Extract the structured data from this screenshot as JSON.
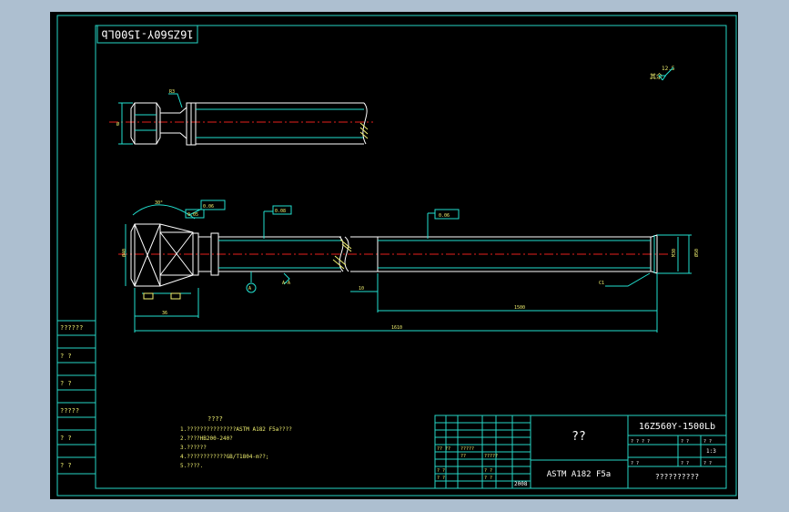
{
  "colors": {
    "viewport_border": "#adbfd0",
    "paper": "#000000",
    "frame": "#26d6c6",
    "geometry": "#ffffff",
    "dim": "#22e0d0",
    "centerline": "#e6211d",
    "text": "#f0f070",
    "titletext": "#ffffff"
  },
  "drawing_number_flipped": "16Z560Y-1500Lb",
  "surface_roughness": {
    "value": "12.5",
    "label": "其余"
  },
  "top_view": {
    "radius_label": "R3",
    "dim_diameter": "Ø"
  },
  "main_view": {
    "angle_label": "30°",
    "tolerance_boxes": [
      "0.06",
      "0.05",
      "0.08",
      "0.06"
    ],
    "datum_label": "A",
    "section_label": "A-A",
    "chamfer_label": "C1",
    "dim_left_length": "36",
    "dim_middle_length": "1500",
    "dim_total_length": "1610",
    "dim_small": "10",
    "dim_right_diam": "M30",
    "dim_right_tol": "Ø50",
    "dim_head_diam": "Ø40"
  },
  "tech_requirements": {
    "title": "????",
    "lines": [
      "1.???????????????ASTM A182 F5a????",
      "2.????HB200-240?",
      "3.??????",
      "4.????????????GB/T1804-m??;",
      "5.????."
    ]
  },
  "left_column": [
    "??????",
    "?   ?",
    "?   ?",
    "?????",
    "?   ?",
    "?   ?"
  ],
  "title_block": {
    "part_name": "??",
    "drawing_number": "16Z560Y-1500Lb",
    "material": "ASTM A182 F5a",
    "company": "??????????",
    "scale": "1:3",
    "year": "2008",
    "small_labels": [
      "?? ??",
      "?????",
      "??",
      "?????",
      "? ?",
      "? ?",
      "? ?",
      "? ?"
    ],
    "header_cells": [
      "? ? ? ?",
      "?  ?",
      "?  ?"
    ],
    "footer_cells": [
      "?  ?",
      "?  ?",
      "?  ?"
    ]
  }
}
